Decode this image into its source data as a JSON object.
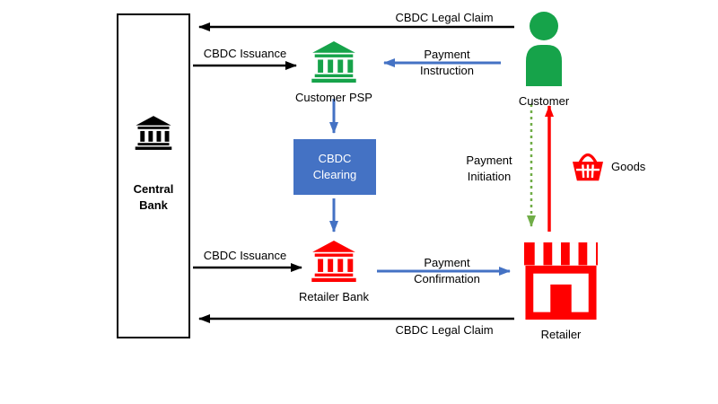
{
  "nodes": {
    "central_bank": {
      "label": "Central Bank"
    },
    "customer_psp": {
      "label": "Customer PSP"
    },
    "customer": {
      "label": "Customer"
    },
    "cbdc_clearing": {
      "label": "CBDC Clearing"
    },
    "retailer_bank": {
      "label": "Retailer Bank"
    },
    "retailer": {
      "label": "Retailer"
    },
    "goods": {
      "label": "Goods"
    }
  },
  "edges": {
    "cbdc_legal_claim_top": {
      "label": "CBDC Legal Claim",
      "from": "Customer",
      "to": "Central Bank",
      "style": "solid",
      "color": "#000000"
    },
    "cbdc_issuance_top": {
      "label": "CBDC Issuance",
      "from": "Central Bank",
      "to": "Customer PSP",
      "style": "solid",
      "color": "#000000"
    },
    "payment_instruction": {
      "label": "Payment Instruction",
      "from": "Customer",
      "to": "Customer PSP",
      "style": "solid",
      "color": "#4472C4"
    },
    "psp_to_clearing": {
      "label": "",
      "from": "Customer PSP",
      "to": "CBDC Clearing",
      "style": "solid",
      "color": "#4472C4"
    },
    "clearing_to_retailer_bank": {
      "label": "",
      "from": "CBDC Clearing",
      "to": "Retailer Bank",
      "style": "solid",
      "color": "#4472C4"
    },
    "cbdc_issuance_bottom": {
      "label": "CBDC Issuance",
      "from": "Central Bank",
      "to": "Retailer Bank",
      "style": "solid",
      "color": "#000000"
    },
    "payment_confirmation": {
      "label": "Payment Confirmation",
      "from": "Retailer Bank",
      "to": "Retailer",
      "style": "solid",
      "color": "#4472C4"
    },
    "cbdc_legal_claim_bottom": {
      "label": "CBDC Legal Claim",
      "from": "Retailer",
      "to": "Central Bank",
      "style": "solid",
      "color": "#000000"
    },
    "payment_initiation": {
      "label": "Payment Initiation",
      "from": "Customer",
      "to": "Retailer",
      "style": "dotted",
      "color": "#70AD47"
    },
    "goods_flow": {
      "label": "",
      "from": "Retailer",
      "to": "Customer",
      "style": "solid",
      "color": "#FF0000"
    }
  },
  "colors": {
    "customer_green": "#16A34A",
    "clearing_blue": "#4472C4",
    "retailer_red": "#FF0000",
    "arrow_black": "#000000",
    "initiation_green": "#70AD47"
  }
}
